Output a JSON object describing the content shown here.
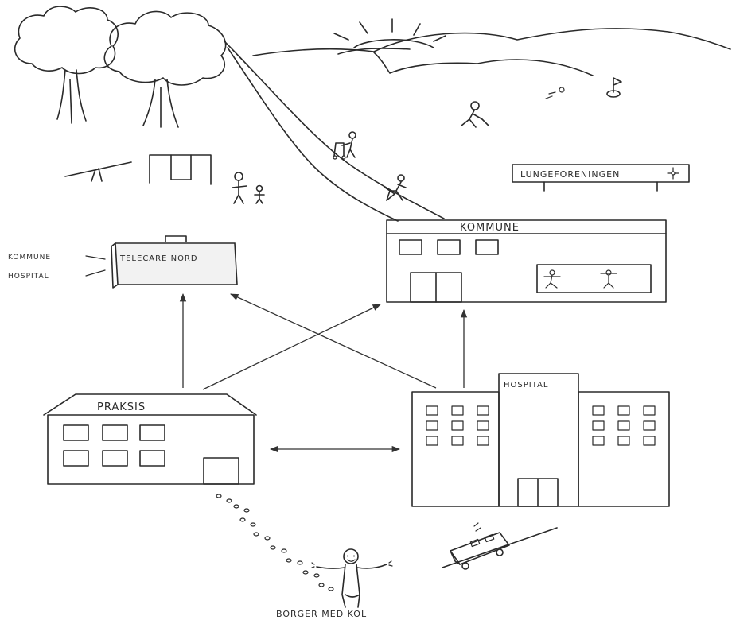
{
  "labels": {
    "kommune": "KOMMUNE",
    "telecare": "TELECARE NORD",
    "praksis": "PRAKSIS",
    "hospital": "HOSPITAL",
    "lungeforeningen": "LUNGEFORENINGEN",
    "citizen": "BORGER MED KOL",
    "side_kommune": "KOMMUNE",
    "side_hospital": "HOSPITAL"
  },
  "colors": {
    "ink": "#2a2a2a",
    "background": "#ffffff"
  }
}
